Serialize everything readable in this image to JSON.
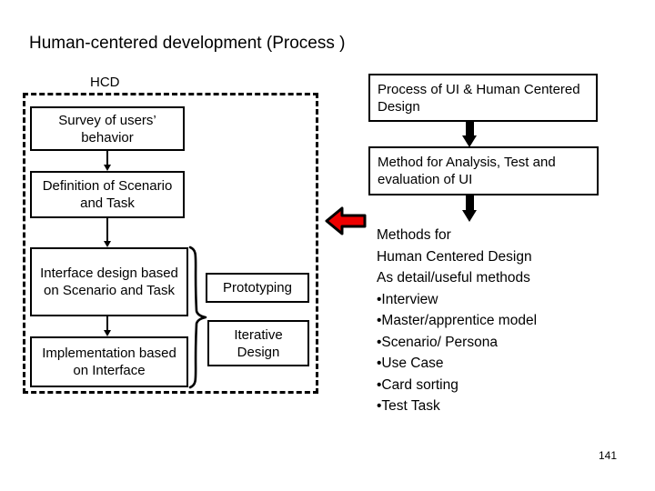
{
  "slide": {
    "title": "Human-centered development (Process )",
    "page_number": "141",
    "accent_red": "#EE0000",
    "line_color": "#000000",
    "background": "#FFFFFF"
  },
  "hcd_group": {
    "label": "HCD",
    "boxes": [
      {
        "id": "survey",
        "text": "Survey of users’ behavior"
      },
      {
        "id": "definition",
        "text": "Definition of Scenario and Task"
      },
      {
        "id": "interface",
        "text": "Interface design based on Scenario and Task"
      },
      {
        "id": "implementation",
        "text": "Implementation based on Interface"
      }
    ],
    "iteration_boxes": [
      {
        "id": "prototyping",
        "text": "Prototyping"
      },
      {
        "id": "iterative",
        "text": "Iterative Design"
      }
    ]
  },
  "right_column": {
    "boxes": [
      {
        "id": "process-ui",
        "text": "Process of UI & Human Centered Design"
      },
      {
        "id": "method",
        "text": "Method for Analysis, Test and evaluation of UI"
      }
    ],
    "methods_block": {
      "heading_lines": [
        "Methods for",
        "Human Centered Design",
        "As detail/useful methods"
      ],
      "bullets": [
        "•Interview",
        "•Master/apprentice model",
        "•Scenario/ Persona",
        "•Use Case",
        "•Card sorting",
        "•Test Task"
      ]
    }
  }
}
